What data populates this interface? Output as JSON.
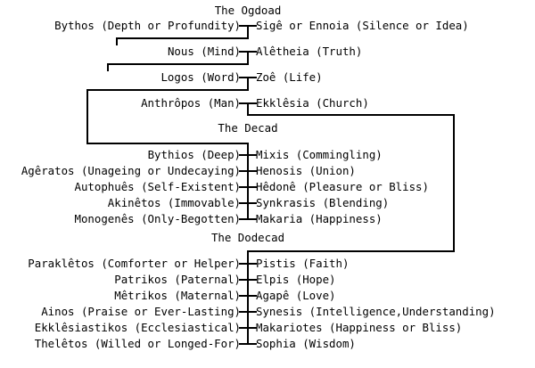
{
  "diagram": {
    "title_ogdoad": "The Ogdoad",
    "title_decad": "The Decad",
    "title_dodecad": "The Dodecad",
    "ogdoad": [
      {
        "left": "Bythos (Depth or Profundity)",
        "right": "Sigê or Ennoia (Silence or Idea)"
      },
      {
        "left": "Nous (Mind)",
        "right": "Alêtheia (Truth)"
      },
      {
        "left": "Logos (Word)",
        "right": "Zoê (Life)"
      },
      {
        "left": "Anthrôpos (Man)",
        "right": "Ekklêsia (Church)"
      }
    ],
    "decad": [
      {
        "left": "Bythios (Deep)",
        "right": "Mixis (Commingling)"
      },
      {
        "left": "Agêratos (Unageing or Undecaying)",
        "right": "Henosis (Union)"
      },
      {
        "left": "Autophuês (Self-Existent)",
        "right": "Hêdonê (Pleasure or Bliss)"
      },
      {
        "left": "Akinêtos (Immovable)",
        "right": "Synkrasis (Blending)"
      },
      {
        "left": "Monogenês (Only-Begotten)",
        "right": "Makaria (Happiness)"
      }
    ],
    "dodecad": [
      {
        "left": "Paraklêtos (Comforter or Helper)",
        "right": "Pistis (Faith)"
      },
      {
        "left": "Patrikos (Paternal)",
        "right": "Elpis (Hope)"
      },
      {
        "left": "Mêtrikos (Maternal)",
        "right": "Agapê (Love)"
      },
      {
        "left": "Ainos (Praise or Ever-Lasting)",
        "right": "Synesis (Intelligence,Understanding)"
      },
      {
        "left": "Ekklêsiastikos (Ecclesiastical)",
        "right": "Makariotes (Happiness or Bliss)"
      },
      {
        "left": "Thelêtos (Willed or Longed-For)",
        "right": "Sophia (Wisdom)"
      }
    ],
    "colors": {
      "ink": "#000000",
      "paper": "#ffffff"
    }
  }
}
